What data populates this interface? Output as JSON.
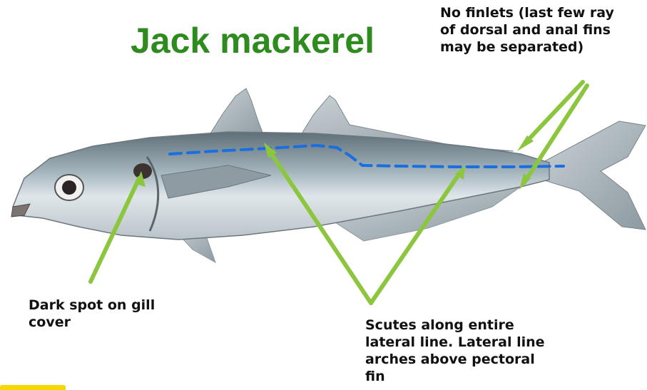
{
  "title": "Jack mackerel",
  "colors": {
    "title": "#2e8b1e",
    "arrow": "#8cc63f",
    "lateral_line": "#1a6fe0",
    "badge": "#f5d800"
  },
  "labels": {
    "finlets": [
      "No finlets (last few ray",
      "of dorsal and anal fins",
      "may be separated)"
    ],
    "gill_spot": [
      "Dark spot on gill",
      "cover"
    ],
    "scutes": [
      "Scutes along entire",
      "lateral line.  Lateral line",
      "arches above pectoral",
      "fin"
    ]
  }
}
